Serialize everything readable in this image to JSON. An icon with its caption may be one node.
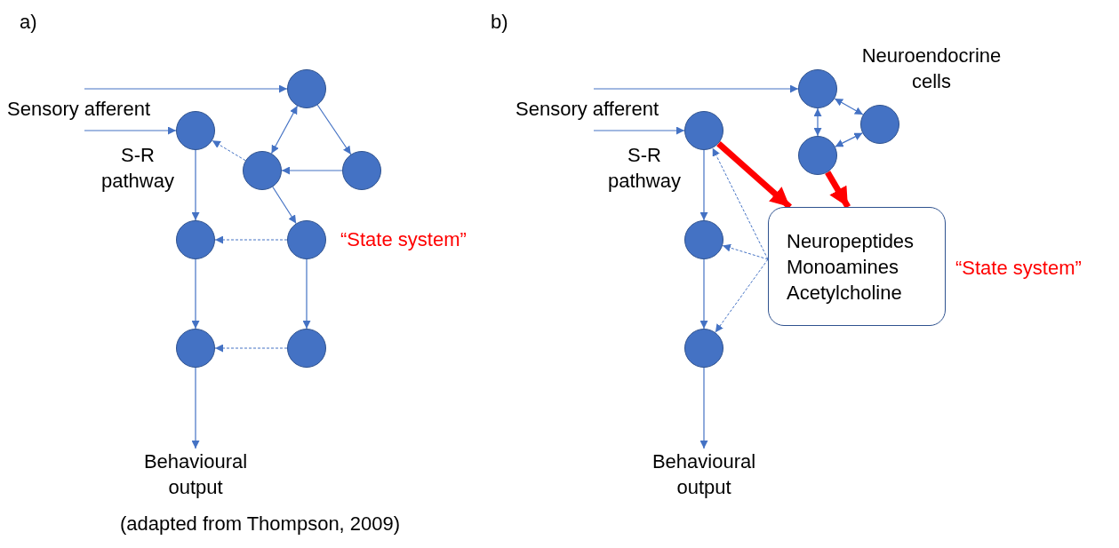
{
  "diagram": {
    "caption": "(adapted from Thompson, 2009)",
    "nodes": [
      {
        "text": [],
        "shape": "circle"
      },
      {
        "text": [],
        "shape": "circle"
      },
      {
        "text": [],
        "shape": "circle"
      },
      {
        "text": [],
        "shape": "circle"
      },
      {
        "text": [],
        "shape": "circle"
      },
      {
        "text": [],
        "shape": "circle"
      },
      {
        "text": [],
        "shape": "circle"
      },
      {
        "text": [],
        "shape": "circle"
      },
      {
        "text": [
          "Behavioural output"
        ]
      },
      {
        "text": [],
        "shape": "circle"
      },
      {
        "text": [],
        "shape": "circle"
      },
      {
        "text": [],
        "shape": "circle"
      },
      {
        "text": [],
        "shape": "circle"
      },
      {
        "text": [],
        "shape": "circle"
      },
      {
        "text": [],
        "shape": "circle"
      },
      {
        "text": [
          "Neuropeptides",
          "Monoamines",
          "Acetylcholine"
        ],
        "beside": [
          "“State system”"
        ]
      },
      {
        "text": [
          "Behavioural output"
        ]
      }
    ],
    "edges": [
      {
        "from": null,
        "to": 0,
        "arrow": "to"
      },
      {
        "from": null,
        "to": 1,
        "arrow": "to"
      },
      {
        "from": 0,
        "to": 2,
        "arrow": "both"
      },
      {
        "from": 0,
        "to": 3,
        "arrow": "to"
      },
      {
        "from": 3,
        "to": 2,
        "arrow": "to"
      },
      {
        "from": 2,
        "to": 1,
        "arrow": "to",
        "style": "dashed"
      },
      {
        "from": 2,
        "to": 5,
        "arrow": "to"
      },
      {
        "from": 5,
        "to": 4,
        "arrow": "to",
        "style": "dashed"
      },
      {
        "from": 1,
        "to": 4,
        "arrow": "to"
      },
      {
        "from": 4,
        "to": 6,
        "arrow": "to"
      },
      {
        "from": 5,
        "to": 7,
        "arrow": "to"
      },
      {
        "from": 7,
        "to": 6,
        "arrow": "to",
        "style": "dashed"
      },
      {
        "from": 6,
        "to": 8,
        "arrow": "to"
      },
      {
        "from": null,
        "to": 9,
        "arrow": "to"
      },
      {
        "from": null,
        "to": 12,
        "arrow": "to"
      },
      {
        "from": 9,
        "to": 10,
        "arrow": "both"
      },
      {
        "from": 9,
        "to": 11,
        "arrow": "both"
      },
      {
        "from": 11,
        "to": 10,
        "arrow": "both"
      },
      {
        "from": 12,
        "to": 13,
        "arrow": "to"
      },
      {
        "from": 13,
        "to": 14,
        "arrow": "to"
      },
      {
        "from": 14,
        "to": 16,
        "arrow": "to"
      },
      {
        "from": 15,
        "to": 12,
        "arrow": "to",
        "style": "dashed"
      },
      {
        "from": 15,
        "to": 13,
        "arrow": "to",
        "style": "dashed"
      },
      {
        "from": 15,
        "to": 14,
        "arrow": "to",
        "style": "dashed"
      },
      {
        "from": 12,
        "to": 15,
        "arrow": "to",
        "style": "thick",
        "color": "#ff0000"
      },
      {
        "from": 11,
        "to": 15,
        "arrow": "to",
        "style": "thick",
        "color": "#ff0000"
      }
    ],
    "labels": [
      "a)",
      "Sensory afferent",
      "S-R pathway",
      "“State system”",
      "b)",
      "Neuroendocrine cells",
      "Sensory afferent",
      "S-R pathway"
    ]
  }
}
